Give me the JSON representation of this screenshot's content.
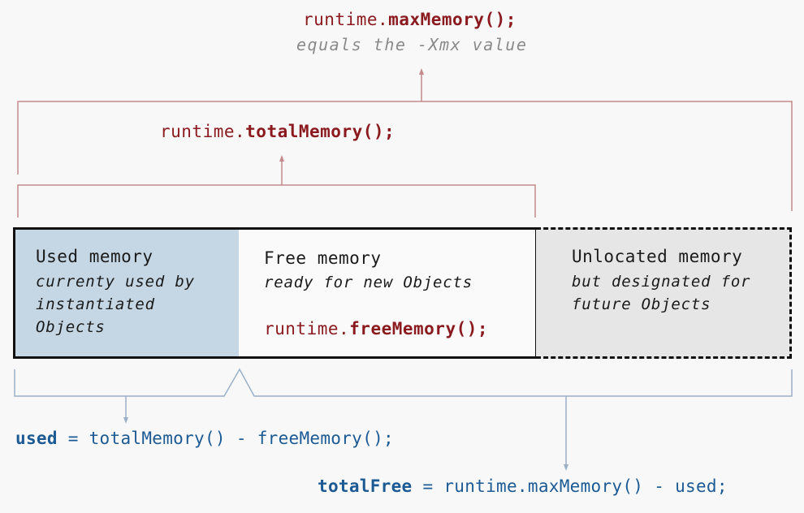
{
  "max_memory": {
    "call": {
      "prefix": "runtime.",
      "method": "maxMemory",
      "suffix": "();"
    },
    "comment": "equals the -Xmx value"
  },
  "total_memory": {
    "call": {
      "prefix": "runtime.",
      "method": "totalMemory",
      "suffix": "();"
    }
  },
  "boxes": {
    "used": {
      "title": "Used memory",
      "desc_lines": [
        "currenty used by",
        "instantiated",
        "Objects"
      ]
    },
    "free": {
      "title": "Free memory",
      "desc_lines": [
        "ready for new Objects"
      ],
      "call": {
        "prefix": "runtime.",
        "method": "freeMemory",
        "suffix": "();"
      }
    },
    "unlocated": {
      "title": "Unlocated memory",
      "desc_lines": [
        "but designated for",
        "future Objects"
      ]
    }
  },
  "formulas": {
    "used": {
      "var": "used",
      "expr": " = totalMemory() - freeMemory();"
    },
    "total_free": {
      "var": "totalFree",
      "expr": " = runtime.maxMemory() - used;"
    }
  },
  "colors": {
    "code_red": "#8b1a1f",
    "code_blue": "#1c5a94",
    "used_fill": "#c5d7e4",
    "unlocated_fill": "#e6e6e6",
    "bracket_red": "#c58a8a",
    "bracket_blue": "#9ab0c8"
  }
}
